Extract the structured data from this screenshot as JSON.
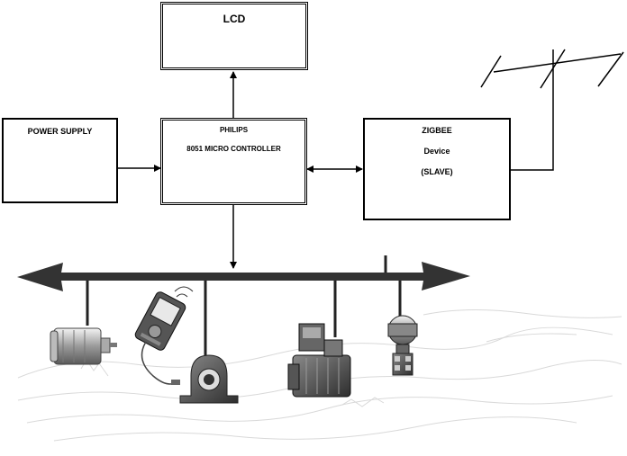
{
  "blocks": {
    "lcd": {
      "label": "LCD"
    },
    "power_supply": {
      "label": "POWER SUPPLY"
    },
    "controller": {
      "line1": "PHILIPS",
      "line2": "8051 MICRO CONTROLLER"
    },
    "zigbee": {
      "line1": "ZIGBEE",
      "line2": "Device",
      "line3": "(SLAVE)"
    }
  },
  "field_devices": [
    {
      "icon": "electric-motor-icon"
    },
    {
      "icon": "handheld-meter-icon"
    },
    {
      "icon": "pillow-block-bearing-icon"
    },
    {
      "icon": "industrial-motor-assembly-icon"
    },
    {
      "icon": "pressure-transmitter-icon"
    }
  ],
  "colors": {
    "line": "#000000",
    "box_border": "#000000",
    "bus_arrow": "#333333",
    "background_sketch": "#d9d9d9"
  }
}
